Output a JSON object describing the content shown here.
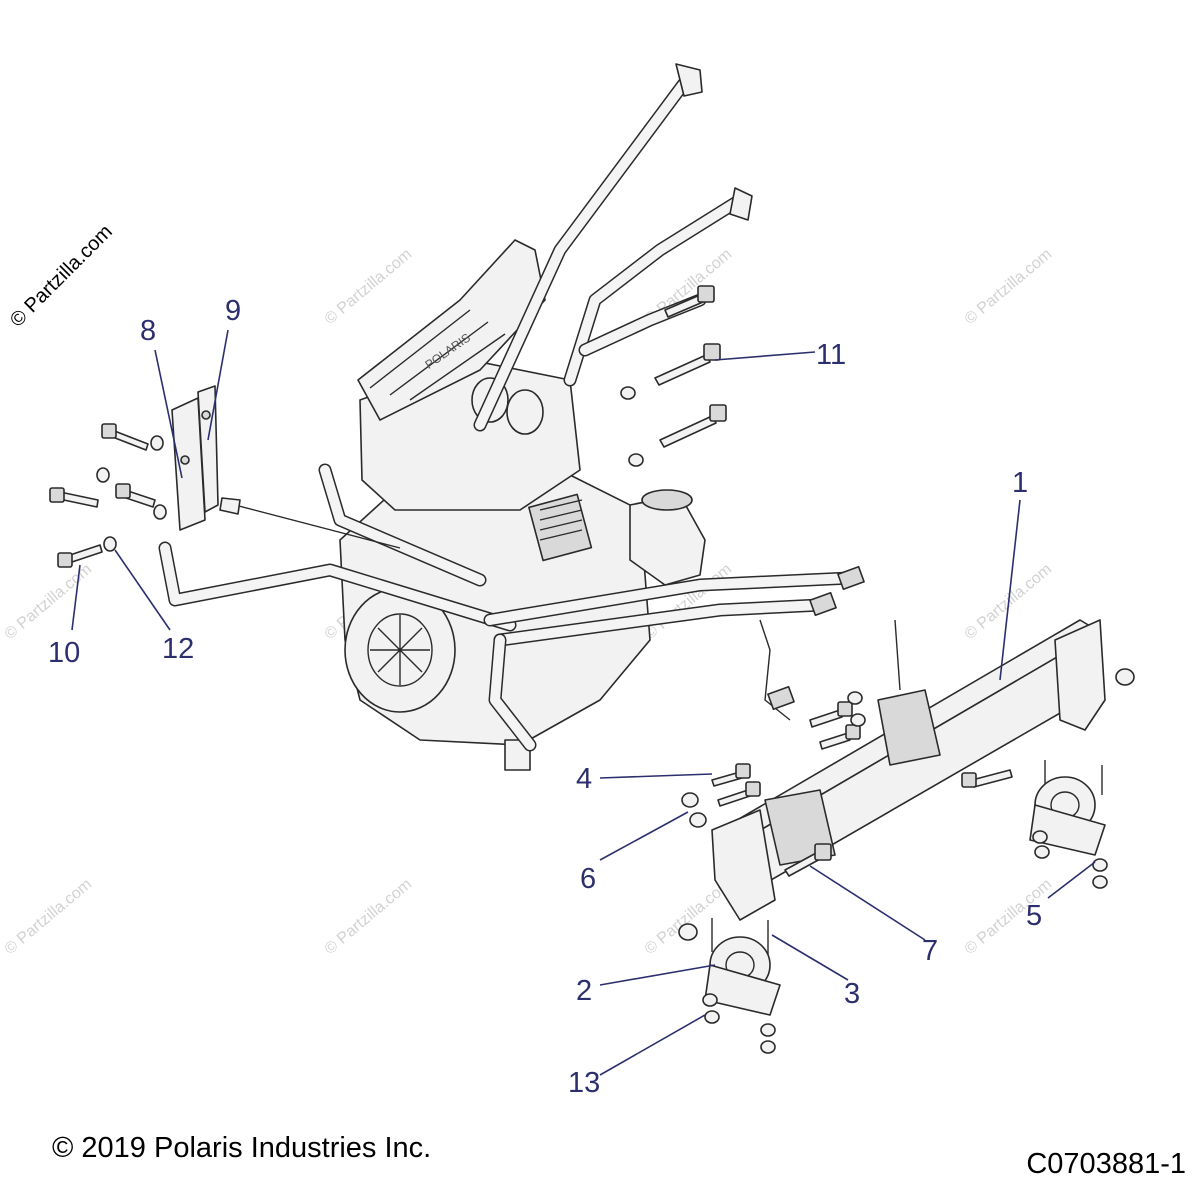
{
  "watermark": {
    "main": "© Partzilla.com",
    "tile": "© Partzilla.com"
  },
  "callouts": [
    {
      "id": "1",
      "label": "1"
    },
    {
      "id": "2",
      "label": "2"
    },
    {
      "id": "3",
      "label": "3"
    },
    {
      "id": "4",
      "label": "4"
    },
    {
      "id": "5",
      "label": "5"
    },
    {
      "id": "6",
      "label": "6"
    },
    {
      "id": "7",
      "label": "7"
    },
    {
      "id": "8",
      "label": "8"
    },
    {
      "id": "9",
      "label": "9"
    },
    {
      "id": "10",
      "label": "10"
    },
    {
      "id": "11",
      "label": "11"
    },
    {
      "id": "12",
      "label": "12"
    },
    {
      "id": "13",
      "label": "13"
    }
  ],
  "footer": {
    "copyright": "© 2019 Polaris Industries Inc.",
    "code": "C0703881-1"
  },
  "colors": {
    "callout": "#2c2f6e",
    "line": "#2a2a2a",
    "fill": "#f2f2f2",
    "watermark": "#d2d2d2"
  }
}
